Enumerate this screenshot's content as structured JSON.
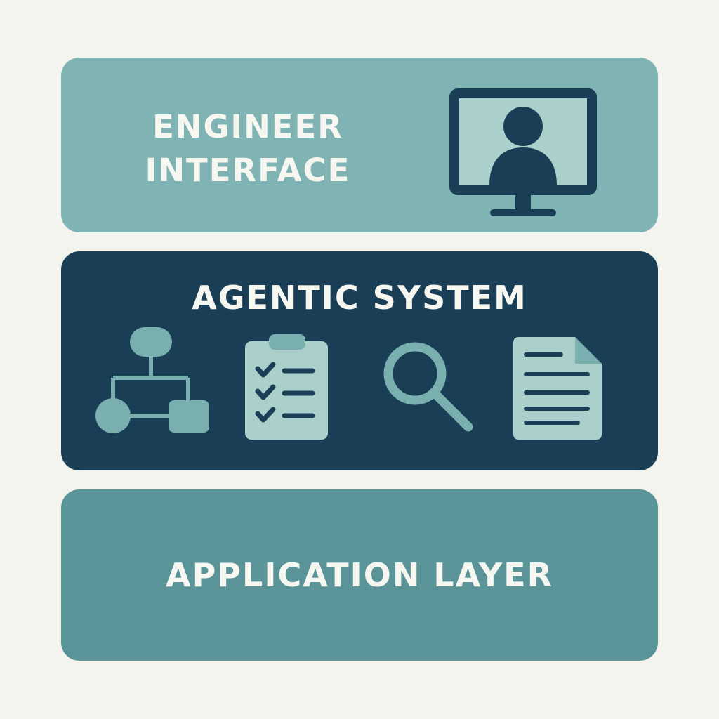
{
  "layers": {
    "top": {
      "title_line1": "ENGINEER",
      "title_line2": "INTERFACE",
      "icon": "monitor-user-icon"
    },
    "middle": {
      "title": "AGENTIC SYSTEM",
      "icons": [
        "flowchart-icon",
        "checklist-icon",
        "search-icon",
        "document-icon"
      ]
    },
    "bottom": {
      "title": "APPLICATION LAYER"
    }
  },
  "colors": {
    "background": "#f4f4ef",
    "top_layer": "#80b3b4",
    "middle_layer": "#1a3e55",
    "bottom_layer": "#5a9499",
    "icon_dark": "#1a3e55",
    "icon_light": "#abd0cc",
    "icon_mid": "#7aafb0",
    "text": "#f7f7f2"
  }
}
